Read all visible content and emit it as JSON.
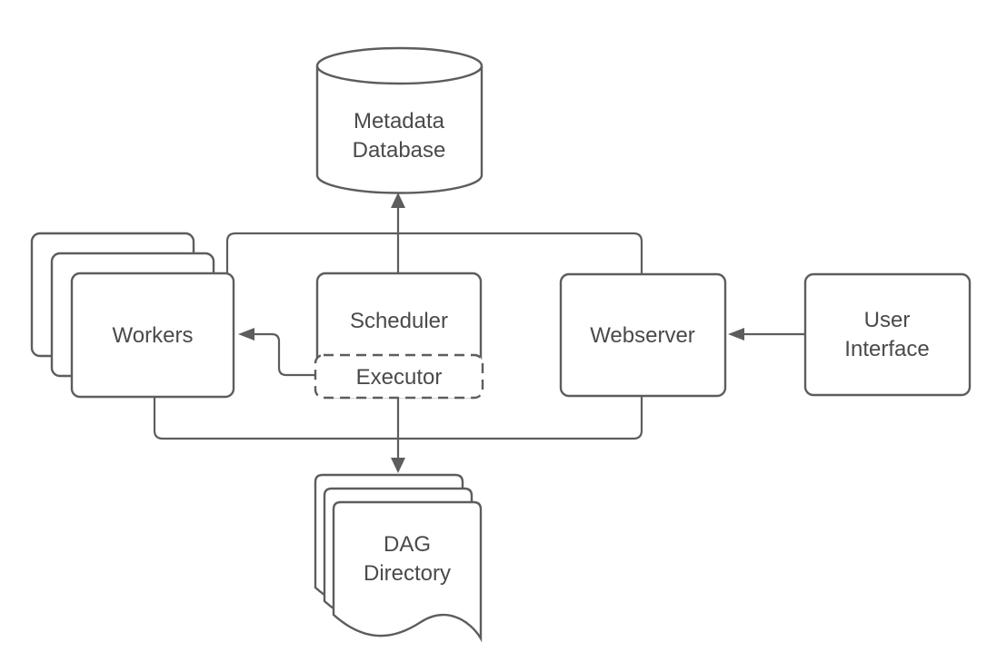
{
  "diagram": {
    "background_color": "#ffffff",
    "stroke_color": "#5d5d5d",
    "text_color": "#4a4a4a",
    "nodes": {
      "metadata_database": {
        "shape": "cylinder",
        "label_line1": "Metadata",
        "label_line2": "Database"
      },
      "workers": {
        "shape": "stacked-rounded-rectangles",
        "stack_count": 3,
        "label": "Workers"
      },
      "scheduler": {
        "shape": "rounded-rectangle",
        "label": "Scheduler"
      },
      "executor": {
        "shape": "dashed-rounded-rectangle",
        "label": "Executor"
      },
      "webserver": {
        "shape": "rounded-rectangle",
        "label": "Webserver"
      },
      "user_interface": {
        "shape": "rounded-rectangle",
        "label_line1": "User",
        "label_line2": "Interface"
      },
      "dag_directory": {
        "shape": "stacked-documents",
        "stack_count": 3,
        "label_line1": "DAG",
        "label_line2": "Directory"
      }
    },
    "edges": [
      {
        "from": "scheduler",
        "to": "metadata_database",
        "style": "arrow"
      },
      {
        "from": "executor",
        "to": "workers",
        "style": "arrow"
      },
      {
        "from": "executor",
        "to": "dag_directory",
        "style": "arrow"
      },
      {
        "from": "user_interface",
        "to": "webserver",
        "style": "arrow"
      },
      {
        "from": "workers",
        "to": "webserver",
        "style": "plain-line-loop"
      }
    ]
  }
}
